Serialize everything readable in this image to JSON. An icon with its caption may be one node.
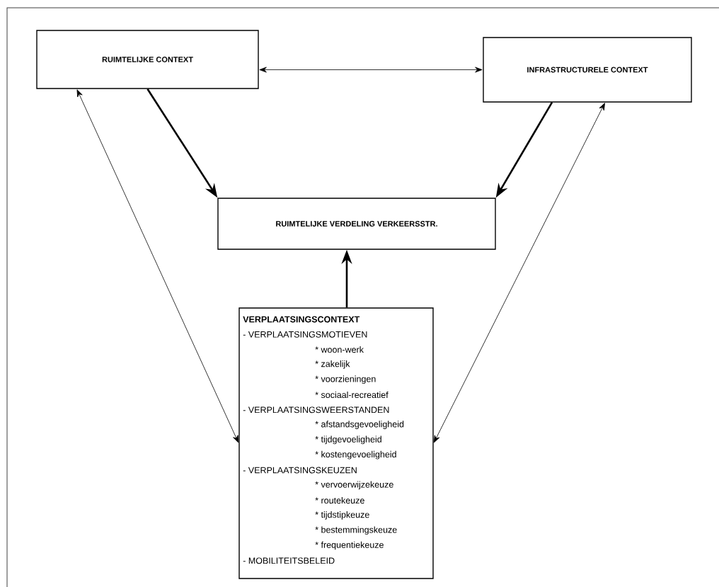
{
  "diagram": {
    "nodes": [
      {
        "text": [
          "RUIMTELIJKE CONTEXT"
        ]
      },
      {
        "text": [
          "INFRASTRUCTURELE CONTEXT"
        ]
      },
      {
        "text": [
          "RUIMTELIJKE VERDELING VERKEERSSTR."
        ]
      },
      {
        "text": [
          "VERPLAATSINGSCONTEXT",
          "- VERPLAATSINGSMOTIEVEN",
          "* woon-werk",
          "* zakelijk",
          "* voorzieningen",
          "* sociaal-recreatief",
          "- VERPLAATSINGSWEERSTANDEN",
          "* afstandsgevoeligheid",
          "* tijdgevoeligheid",
          "* kostengevoeligheid",
          "- VERPLAATSINGSKEUZEN",
          "* vervoerwijzekeuze",
          "* routekeuze",
          "* tijdstipkeuze",
          "* bestemmingskeuze",
          "* frequentiekeuze",
          "- MOBILITEITSBELEID"
        ]
      }
    ],
    "edges": [
      {
        "from": 0,
        "to": 1,
        "arrow": "both"
      },
      {
        "from": 0,
        "to": 2,
        "arrow": "to",
        "style": "thick"
      },
      {
        "from": 1,
        "to": 2,
        "arrow": "to",
        "style": "thick"
      },
      {
        "from": 3,
        "to": 2,
        "arrow": "to",
        "style": "thick"
      },
      {
        "from": 0,
        "to": 3,
        "arrow": "both"
      },
      {
        "from": 1,
        "to": 3,
        "arrow": "both"
      }
    ]
  }
}
